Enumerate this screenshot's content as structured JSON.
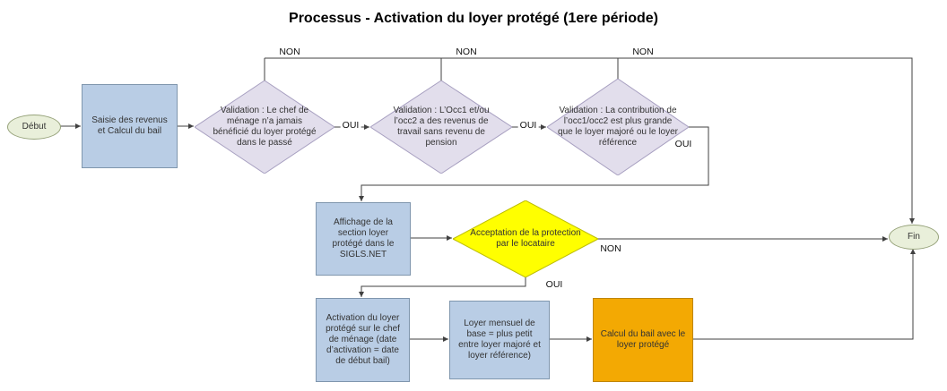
{
  "title": "Processus - Activation du loyer protégé (1ere période)",
  "nodes": {
    "start": {
      "label": "Début"
    },
    "saisie": {
      "label": "Saisie des revenus et Calcul du bail"
    },
    "d1": {
      "label": "Validation : Le chef de ménage n’a jamais bénéficié du loyer protégé dans le passé"
    },
    "d2": {
      "label": "Validation : L’Occ1 et/ou l’occ2 a des revenus de travail sans revenu de pension"
    },
    "d3": {
      "label": "Validation : La contribution de l’occ1/occ2 est plus grande que le loyer majoré ou le loyer référence"
    },
    "affichage": {
      "label": "Affichage de la section loyer protégé dans le SIGLS.NET"
    },
    "accept": {
      "label": "Acceptation de la protection par le locataire"
    },
    "activation": {
      "label": "Activation du loyer protégé sur le chef de ménage (date d’activation = date de début bail)"
    },
    "loyer_base": {
      "label": "Loyer mensuel de base = plus petit entre loyer majoré et loyer référence)"
    },
    "calcul": {
      "label": "Calcul du bail avec le loyer protégé"
    },
    "fin": {
      "label": "Fin"
    }
  },
  "edge_labels": {
    "d1_non": "NON",
    "d1_oui": "OUI",
    "d2_non": "NON",
    "d2_oui": "OUI",
    "d3_non": "NON",
    "d3_oui": "OUI",
    "accept_non": "NON",
    "accept_oui": "OUI"
  },
  "colors": {
    "process_fill": "#b9cde5",
    "process_border": "#7f96ad",
    "decision_fill": "#e2deec",
    "decision_border": "#a79fc0",
    "highlight_fill": "#ffff00",
    "highlight_border": "#bdbd00",
    "action_fill": "#f3a903",
    "action_border": "#bf8606",
    "terminator_fill": "#e9efda",
    "terminator_border": "#97a37b",
    "connector": "#404040"
  }
}
